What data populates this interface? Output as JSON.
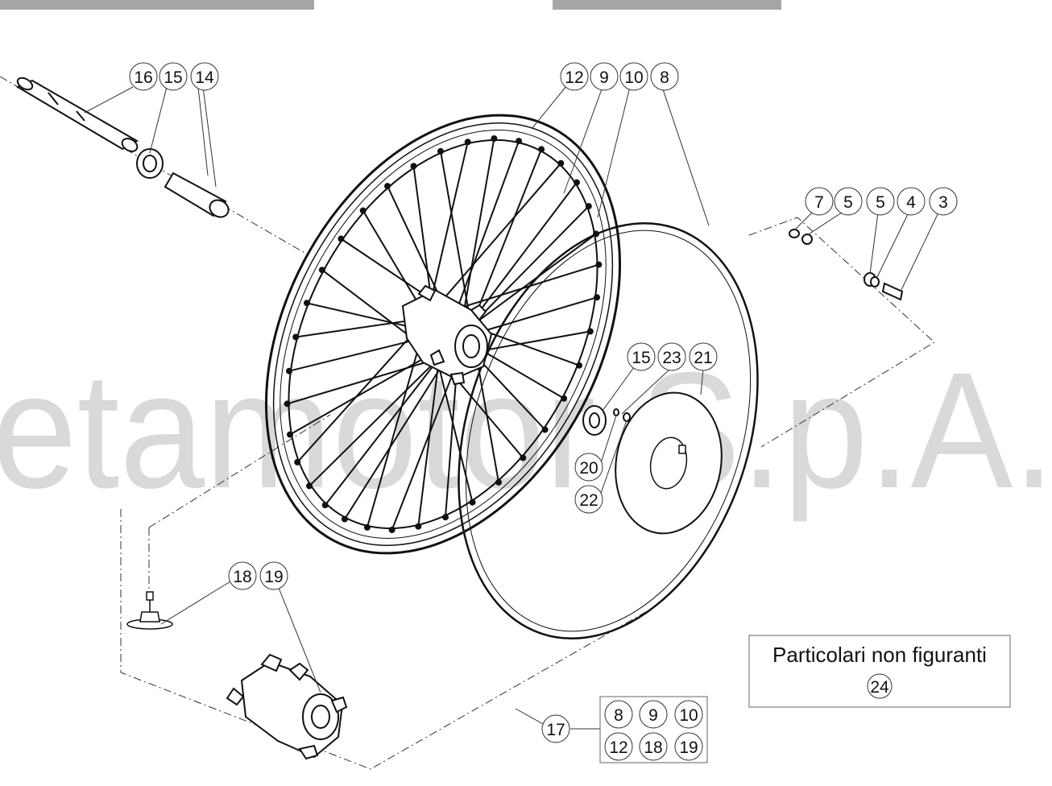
{
  "watermark": "etamotor S.p.A.",
  "note": {
    "title": "Particolari non figuranti",
    "part": "24"
  },
  "callouts": {
    "c16": "16",
    "c15a": "15",
    "c14": "14",
    "c12": "12",
    "c9": "9",
    "c10": "10",
    "c8": "8",
    "c7": "7",
    "c5a": "5",
    "c5b": "5",
    "c4": "4",
    "c3": "3",
    "c15b": "15",
    "c23": "23",
    "c21": "21",
    "c20": "20",
    "c22": "22",
    "c18": "18",
    "c19": "19",
    "c17": "17"
  },
  "kit_17": [
    "8",
    "9",
    "10",
    "12",
    "18",
    "19"
  ],
  "colors": {
    "header_bar": "#a6a6a6",
    "watermark": "#d9d9d9",
    "line": "#111111"
  }
}
